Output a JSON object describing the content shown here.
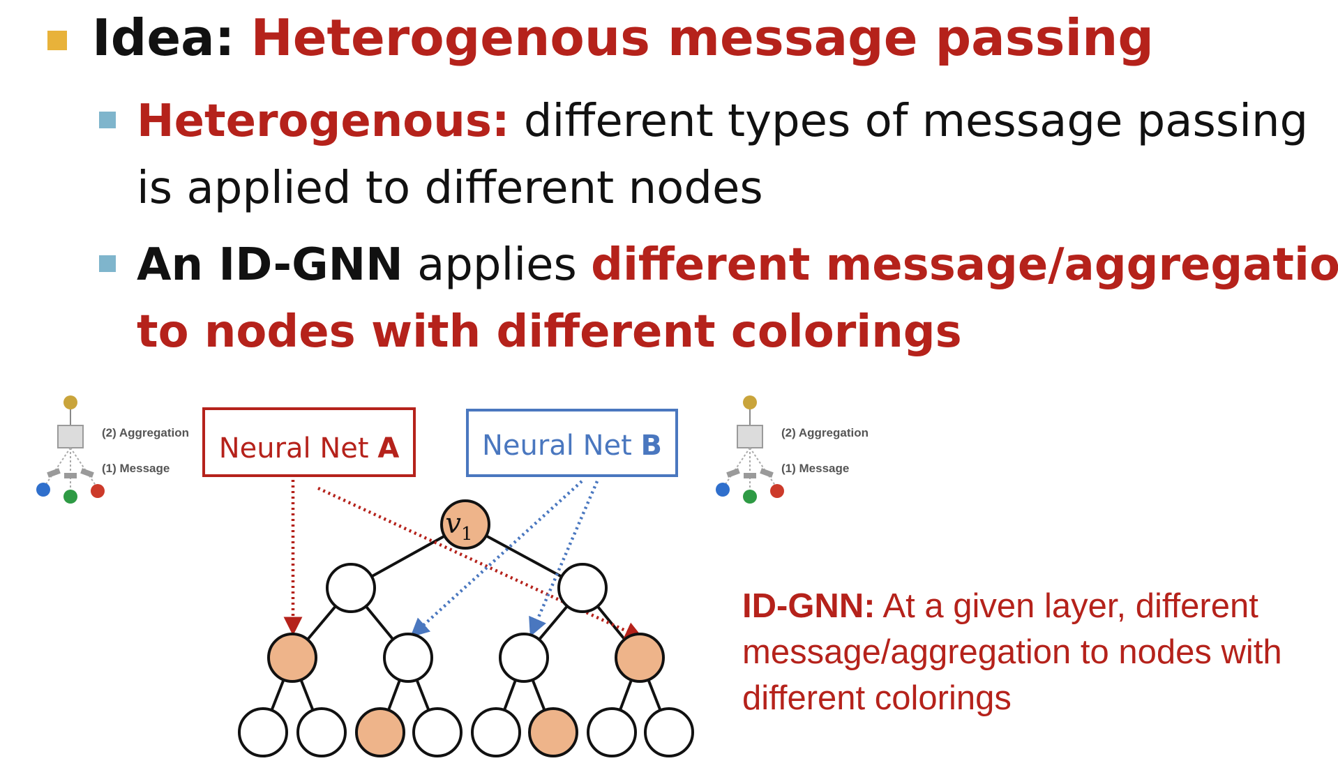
{
  "bullet1": {
    "label": "Idea:",
    "text": "Heterogenous message passing"
  },
  "bullet2": {
    "label": "Heterogenous:",
    "text_line1": "different types of message passing",
    "text_line2": "is applied to different nodes"
  },
  "bullet3": {
    "label": "An ID-GNN",
    "mid": "applies",
    "text_line1": "different message/aggregation",
    "text_line2": "to nodes with different colorings"
  },
  "diagram": {
    "box_a": {
      "text": "Neural Net ",
      "letter": "A",
      "color": "#b5221b"
    },
    "box_b": {
      "text": "Neural Net ",
      "letter": "B",
      "color": "#4a77bf"
    },
    "root_label": "v",
    "root_sub": "1",
    "schematic_left": {
      "aggregation": "(2) Aggregation",
      "message": "(1) Message"
    },
    "schematic_right": {
      "aggregation": "(2) Aggregation",
      "message": "(1) Message"
    },
    "colors": {
      "highlight_node": "#eeb48a",
      "plain_node": "#ffffff",
      "edge": "#111111",
      "dot_gold": "#c9a43b",
      "dot_blue": "#2f6fcc",
      "dot_green": "#2e9a44",
      "dot_red": "#cc3a2a"
    }
  },
  "caption": {
    "label": "ID-GNN:",
    "text": " At a given layer, different message/aggregation to nodes with different colorings"
  }
}
